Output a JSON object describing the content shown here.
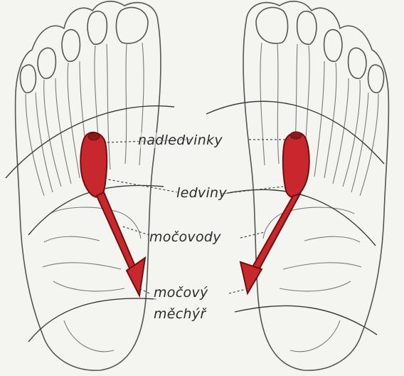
{
  "labels": {
    "adrenal": "nadledvinky",
    "kidney": "ledviny",
    "ureter": "močovody",
    "bladder_line1": "močový",
    "bladder_line2": "měchýř"
  },
  "colors": {
    "organ_fill": "#c8282d",
    "organ_stroke": "#6e1010",
    "bone_line": "#555555",
    "background": "#f4f4f1"
  }
}
